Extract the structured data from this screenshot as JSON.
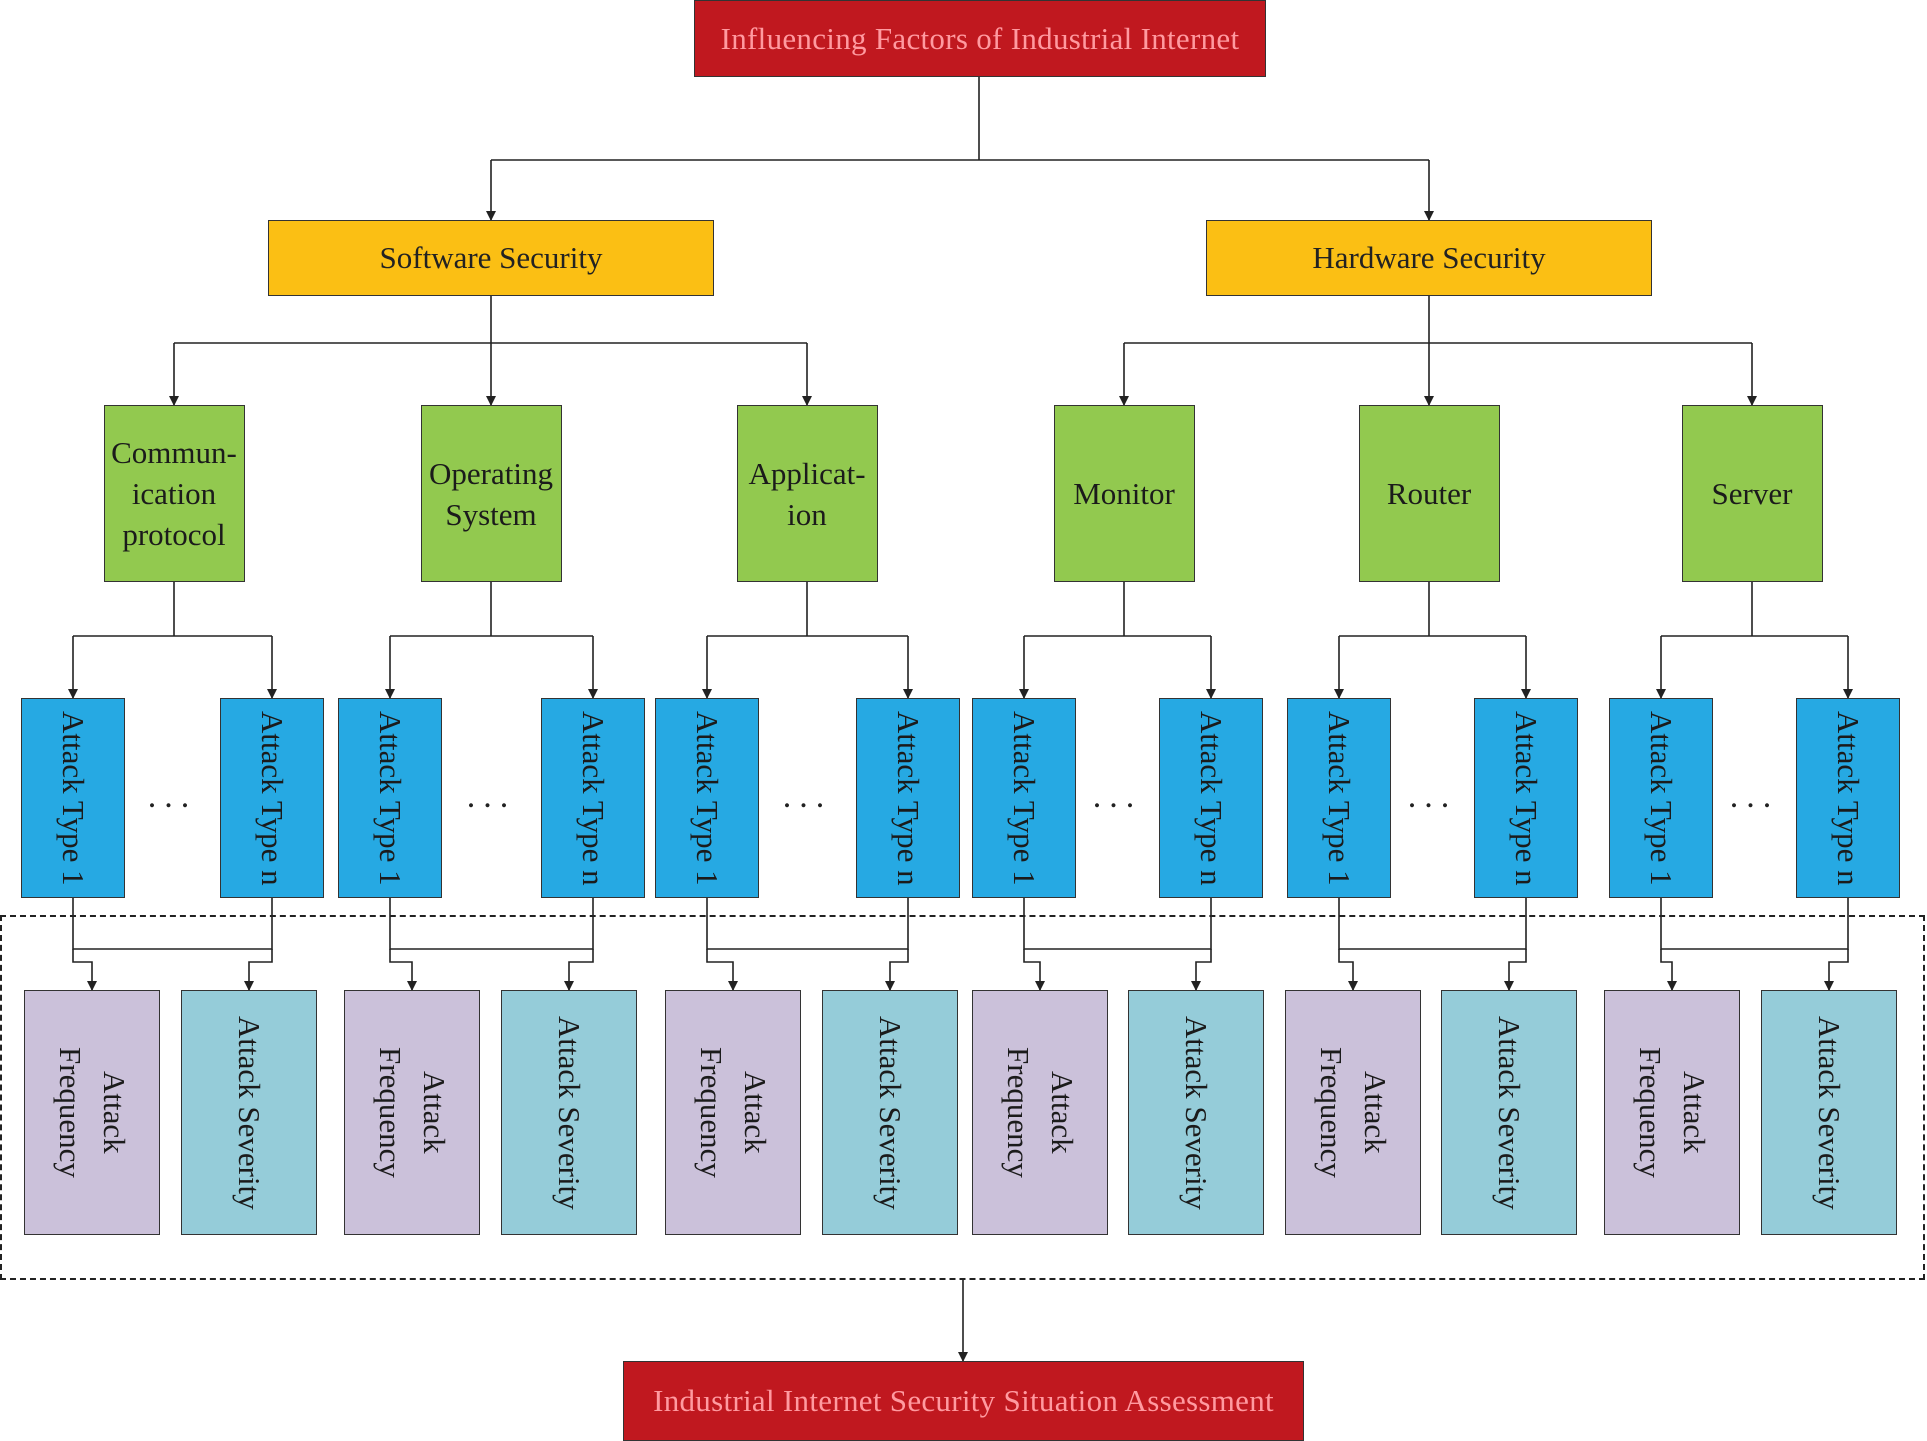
{
  "top": {
    "label": "Influencing Factors of Industrial Internet"
  },
  "categories": [
    {
      "label": "Software Security",
      "components": [
        {
          "label": "Commun-\nication\nprotocol"
        },
        {
          "label": "Operating\nSystem"
        },
        {
          "label": "Applicat-\nion"
        }
      ]
    },
    {
      "label": "Hardware Security",
      "components": [
        {
          "label": "Monitor"
        },
        {
          "label": "Router"
        },
        {
          "label": "Server"
        }
      ]
    }
  ],
  "attack_first": "Attack Type 1",
  "attack_last": "Attack Type n",
  "ellipsis": "...",
  "metric_frequency": "Attack\nFrequency",
  "metric_severity": "Attack Severity",
  "bottom": {
    "label": "Industrial Internet Security Situation Assessment"
  },
  "colors": {
    "top_bottom": "#c0181f",
    "category": "#fbbf14",
    "component": "#92c94f",
    "attack_type": "#26a9e3",
    "frequency": "#cbc1da",
    "severity": "#95ccd9"
  }
}
